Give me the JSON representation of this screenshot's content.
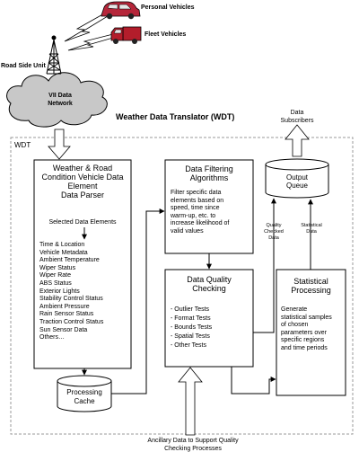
{
  "title": "Weather Data Translator (WDT)",
  "labels": {
    "personal_vehicles": "Personal Vehicles",
    "fleet_vehicles": "Fleet Vehicles",
    "road_side_unit": "Road Side Unit",
    "vii_network_line1": "VII Data",
    "vii_network_line2": "Network",
    "data_subscribers_line1": "Data",
    "data_subscribers_line2": "Subscribers",
    "wdt_label": "WDT",
    "quality_checked_line1": "Quality",
    "quality_checked_line2": "Checked",
    "quality_checked_line3": "Data",
    "statistical_data_line1": "Statistical",
    "statistical_data_line2": "Data",
    "ancillary_line1": "Ancillary Data to Support Quality",
    "ancillary_line2": "Checking Processes"
  },
  "parser": {
    "title_lines": [
      "Weather & Road",
      "Condition Vehicle Data",
      "Element",
      "Data Parser"
    ],
    "selected_label": "Selected Data Elements",
    "elements": [
      "Time & Location",
      "Vehicle Metadata",
      "Ambient Temperature",
      "Wiper Status",
      "Wiper Rate",
      "ABS Status",
      "Exterior Lights",
      "Stability Control Status",
      "Ambient Pressure",
      "Rain Sensor Status",
      "Traction Control Status",
      "Sun Sensor Data",
      "Others…"
    ]
  },
  "cache": {
    "line1": "Processing",
    "line2": "Cache"
  },
  "filtering": {
    "title_lines": [
      "Data Filtering",
      "Algorithms"
    ],
    "body_lines": [
      "Filter specific data",
      "elements based on",
      "speed, time since",
      "warm-up, etc. to",
      "increase likelihood of",
      "valid values"
    ]
  },
  "output_queue": {
    "line1": "Output",
    "line2": "Queue"
  },
  "quality": {
    "title_lines": [
      "Data Quality",
      "Checking"
    ],
    "tests": [
      "- Outlier Tests",
      "- Format Tests",
      "- Bounds Tests",
      "- Spatial Tests",
      "- Other Tests"
    ]
  },
  "statistical": {
    "title_lines": [
      "Statistical",
      "Processing"
    ],
    "body_lines": [
      "Generate",
      "statistical samples",
      "of chosen",
      "parameters over",
      "specific regions",
      "and time periods"
    ]
  },
  "colors": {
    "personal_vehicle": "#b5263a",
    "fleet_vehicle": "#b31d2b",
    "cloud_fill": "#c8c8c8",
    "outline": "#000000",
    "dashed_border": "#9a9a9a"
  }
}
